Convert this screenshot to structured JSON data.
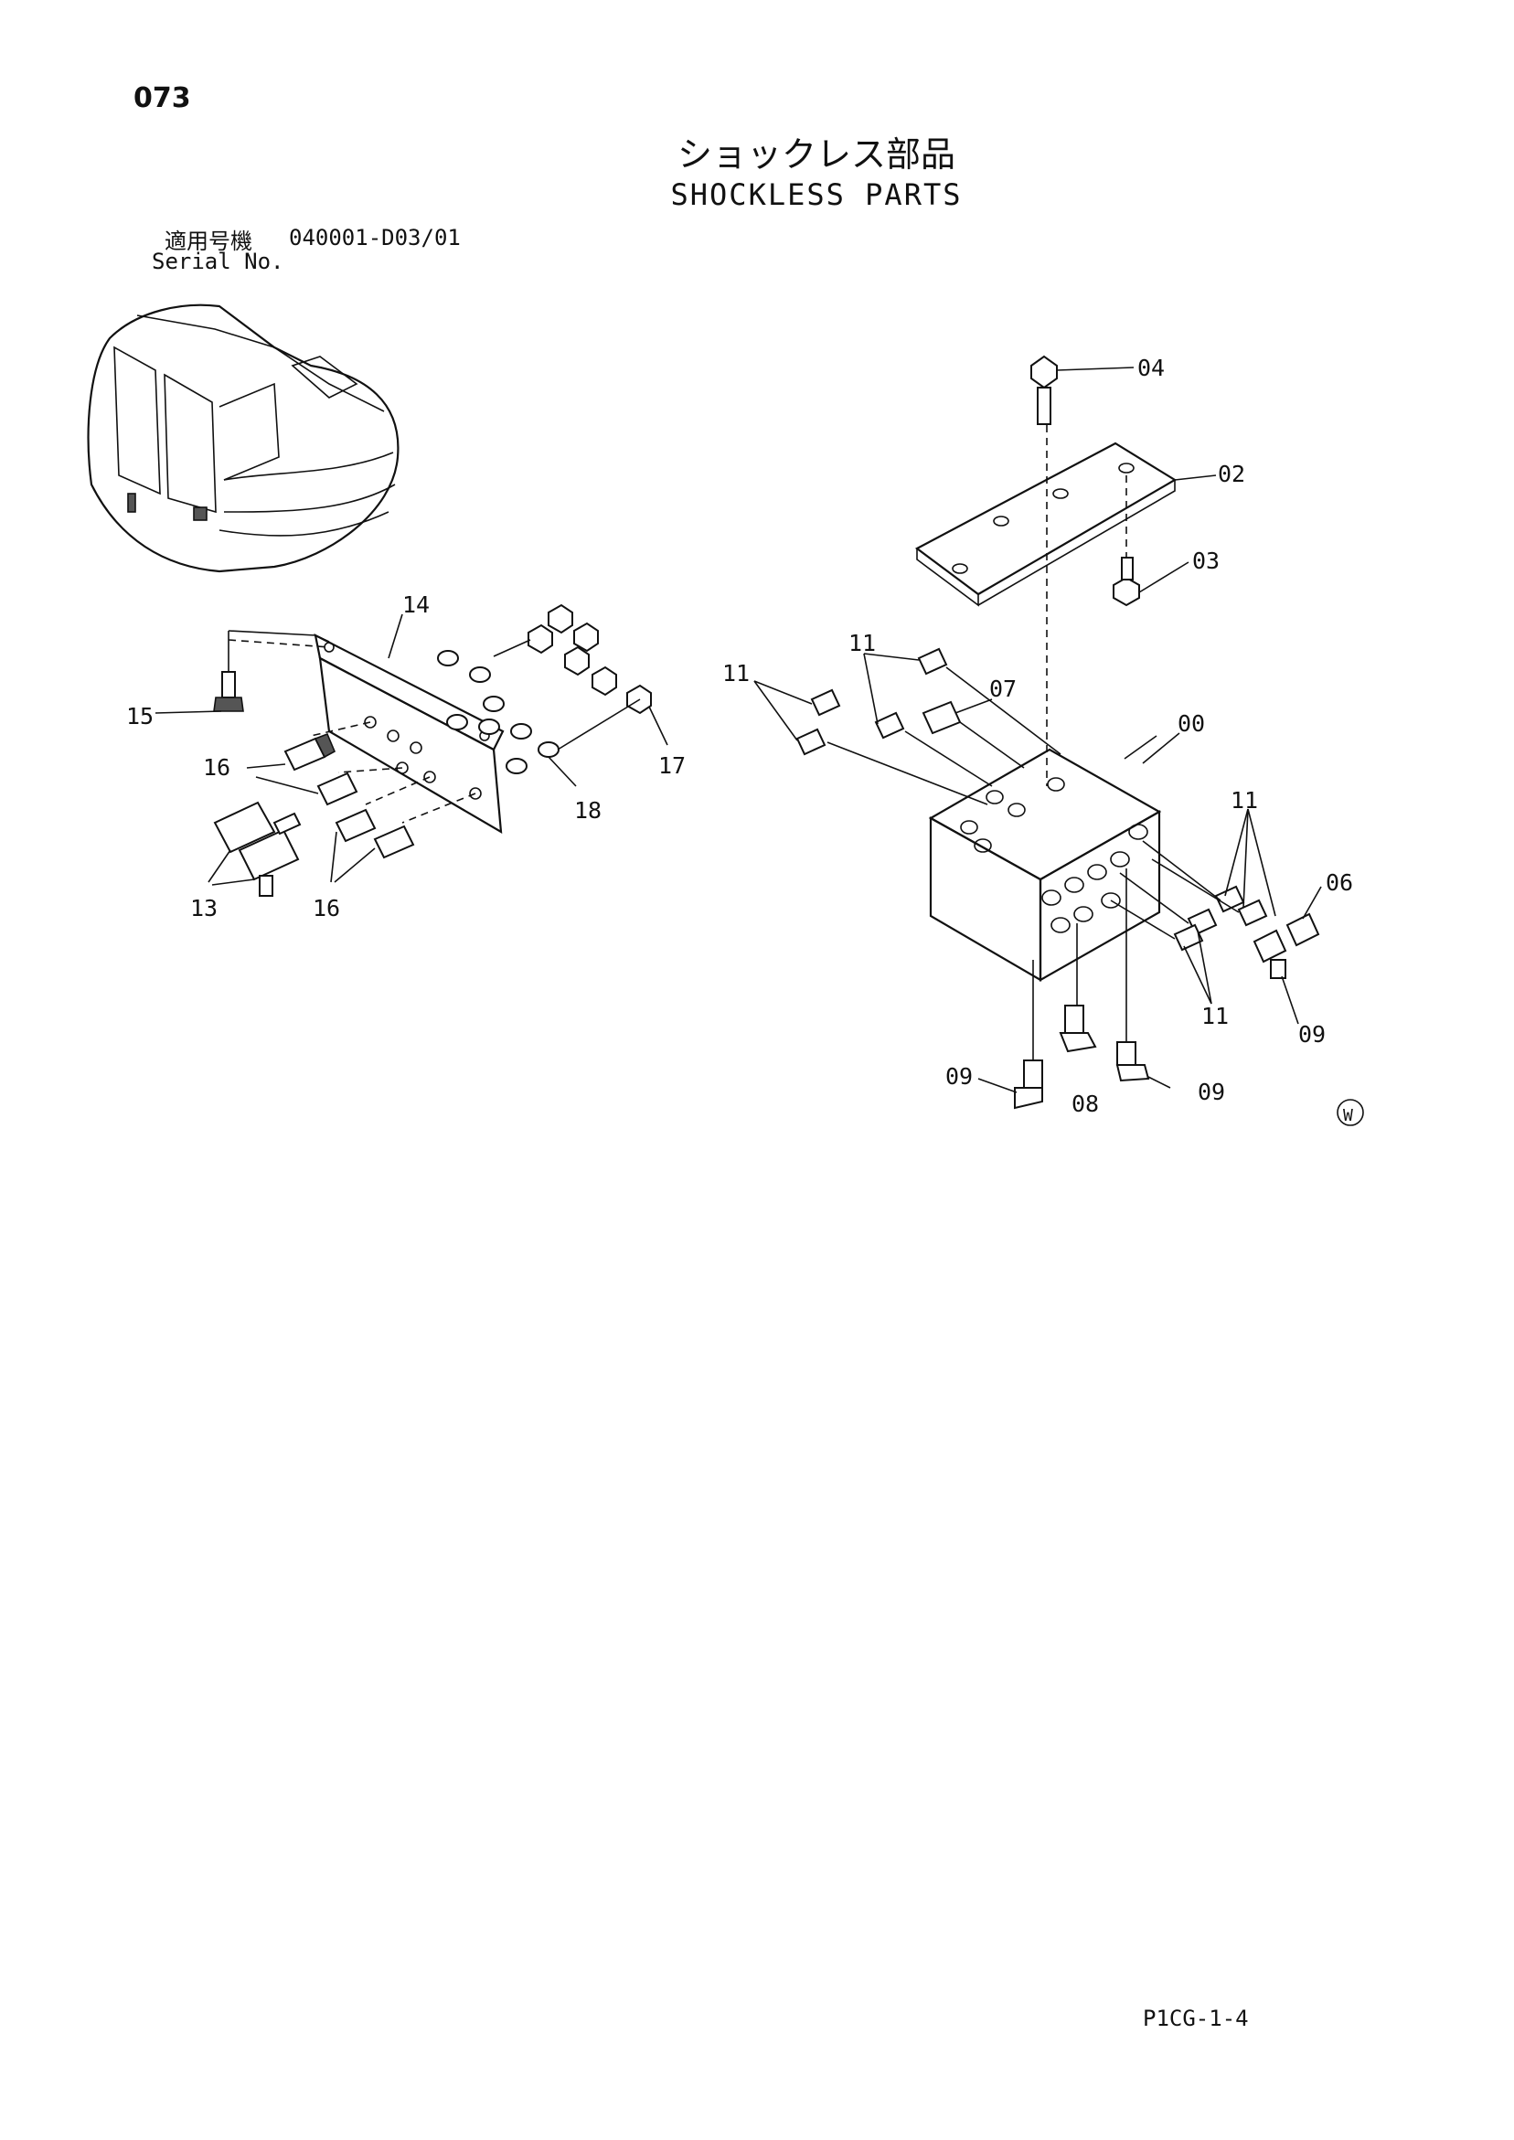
{
  "page": {
    "number": "073",
    "title_jp": "ショックレス部品",
    "title_en": "SHOCKLESS PARTS",
    "serial_label_jp": "適用号機",
    "serial_value": "040001-D03/01",
    "serial_label_en": "Serial No.",
    "footer_code": "P1CG-1-4"
  },
  "callouts": {
    "c04": "04",
    "c02": "02",
    "c03": "03",
    "c11a": "11",
    "c11b": "11",
    "c07": "07",
    "c00": "00",
    "c11c": "11",
    "c06": "06",
    "c11d": "11",
    "c09a": "09",
    "c09b": "09",
    "c08": "08",
    "c09c": "09",
    "c14": "14",
    "c15": "15",
    "c16a": "16",
    "c17": "17",
    "c18": "18",
    "c13": "13",
    "c16b": "16",
    "mark": "W"
  }
}
